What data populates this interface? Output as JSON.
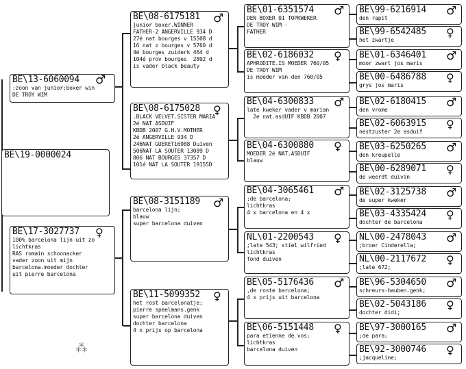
{
  "subject": {
    "ring": "BE\\19-0000024"
  },
  "sire": {
    "ring": "BE\\13-6060094",
    "sex": "♂",
    "lines": [
      ";zoon van junior;boxer win",
      "DE TROY WIM"
    ]
  },
  "dam": {
    "ring": "BE\\17-3027737",
    "sex": "♀",
    "lines": [
      "100% barcelona lijn uit zo",
      "lichtkras",
      "RAS romain schoonacker",
      "vader zoon uit mijn",
      "barcelona.moeder dochter",
      "uit pierre barcelona"
    ]
  },
  "ss": {
    "ring": "BE\\08-6175181",
    "sex": "♂",
    "lines": [
      "junior boxer.WINNER",
      "",
      "FATHER-2 ANGERVILLE 934 D",
      "27é nat bourges v 15508 d",
      "16 nat z bourges v 5760 d",
      "4é bourges zuiderk 464 d",
      "104é prov bourges  2802 d",
      "is vader black beauty"
    ]
  },
  "sd": {
    "ring": "BE\\08-6175028",
    "sex": "♀",
    "lines": [
      ".BLACK VELVET.SISTER MARIA",
      "2é NAT ASDUIF",
      "KBDB 2007 G.H.V.MOTHER",
      "2é ANGERVILLE 934 D",
      "246NAT GUERET16988 Duiven",
      "506NAT LA SOUTER 13089 D",
      "806 NAT BOURGES 37357 D",
      "101é NAT LA SOUTER 19155D"
    ]
  },
  "ds": {
    "ring": "BE\\08-3151189",
    "sex": "♂",
    "lines": [
      "barcelona lijn;",
      "blauw",
      "super barcelona duiven"
    ]
  },
  "dd": {
    "ring": "BE\\11-5099352",
    "sex": "♀",
    "lines": [
      "het rost barcelonatje;",
      "",
      "pierre speelmans.genk",
      "super barcelona duiven",
      "dochter barcelona",
      "4 x prijs op barcelona"
    ]
  },
  "sss": {
    "ring": "BE\\01-6351574",
    "sex": "♂",
    "lines": [
      "DEN BOXER 01 TOPKWEKER",
      "DE TROY WIM -",
      "FATHER"
    ]
  },
  "ssd": {
    "ring": "BE\\02-6186032",
    "sex": "♀",
    "lines": [
      "APHRODITE.IS MOEDER 760/05",
      "DE TROY WIM",
      "is moeder van den 760/05"
    ]
  },
  "sds": {
    "ring": "BE\\04-6300833",
    "sex": "♂",
    "lines": [
      "late kweker vader v marian",
      "",
      "  2e nat.asdUIF KBDB 2007"
    ]
  },
  "sdd": {
    "ring": "BE\\04-6300880",
    "sex": "♀",
    "lines": [
      "MOEDER 2é NAT.ASDUIF",
      "blauw"
    ]
  },
  "dss": {
    "ring": "BE\\04-3065461",
    "sex": "♂",
    "lines": [
      ";de barcelona;",
      "lichtkras",
      "4 x barcelona en 4 x"
    ]
  },
  "dsd": {
    "ring": "NL\\01-2200543",
    "sex": "♀",
    "lines": [
      ";late 543; stiel wilfried",
      "lichtkras",
      "fond duiven"
    ]
  },
  "dds": {
    "ring": "BE\\05-5176436",
    "sex": "♂",
    "lines": [
      ",de roste barcelona;",
      "",
      "4 x prijs uit barcelona"
    ]
  },
  "ddd": {
    "ring": "BE\\06-5151448",
    "sex": "♀",
    "lines": [
      "para etienne de vos;",
      "lichtkras",
      "barcelona duiven"
    ]
  },
  "g": [
    {
      "ring": "BE\\99-6216914",
      "sex": "♂",
      "name": "den rapit"
    },
    {
      "ring": "BE\\99-6542485",
      "sex": "♀",
      "name": "het zwartje"
    },
    {
      "ring": "BE\\01-6346401",
      "sex": "♂",
      "name": "moor zwart jos maris"
    },
    {
      "ring": "BE\\00-6486788",
      "sex": "♀",
      "name": "grys jos maris"
    },
    {
      "ring": "BE\\02-6180415",
      "sex": "♂",
      "name": "den vrome"
    },
    {
      "ring": "BE\\02-6063915",
      "sex": "♀",
      "name": "nestzuster 2e asduif"
    },
    {
      "ring": "BE\\03-6250265",
      "sex": "♂",
      "name": "den kreupelle"
    },
    {
      "ring": "BE\\00-6289071",
      "sex": "♀",
      "name": "de weerdt duivin"
    },
    {
      "ring": "BE\\02-3125738",
      "sex": "♂",
      "name": "de super kweker"
    },
    {
      "ring": "BE\\03-4335424",
      "sex": "♀",
      "name": "dochter de barcelona"
    },
    {
      "ring": "NL\\00-2478043",
      "sex": "♂",
      "name": ";broer Cinderella;"
    },
    {
      "ring": "NL\\00-2117672",
      "sex": "♀",
      "name": ";late 672;"
    },
    {
      "ring": "BE\\96-5304650",
      "sex": "♂",
      "name": "schreurs-hauben.genk;"
    },
    {
      "ring": "BE\\02-5043186",
      "sex": "♀",
      "name": "dochter didi;"
    },
    {
      "ring": "BE\\97-3000165",
      "sex": "♂",
      "name": ";de para;"
    },
    {
      "ring": "BE\\92-3000746",
      "sex": "♀",
      "name": ";jacqueline;"
    }
  ]
}
